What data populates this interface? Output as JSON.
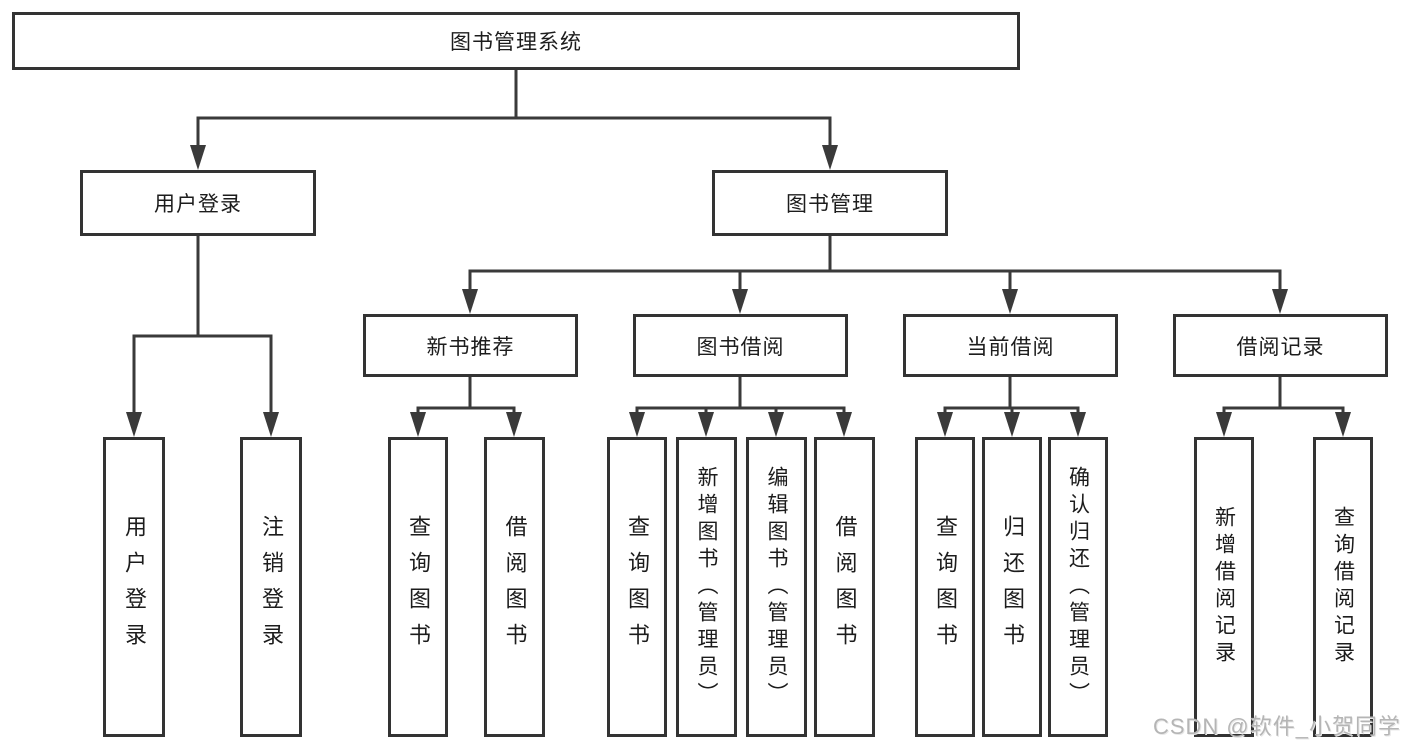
{
  "diagram": {
    "root": "图书管理系统",
    "branches": {
      "user_login": "用户登录",
      "book_mgmt": "图书管理"
    },
    "sections": {
      "new_books": "新书推荐",
      "book_borrow": "图书借阅",
      "current_borrow": "当前借阅",
      "borrow_records": "借阅记录"
    },
    "leaves": {
      "user_login": [
        "用户登录",
        "注销登录"
      ],
      "new_books": [
        "查询图书",
        "借阅图书"
      ],
      "book_borrow": [
        "查询图书",
        "新增图书（管理员）",
        "编辑图书（管理员）",
        "借阅图书"
      ],
      "current_borrow": [
        "查询图书",
        "归还图书",
        "确认归还（管理员）"
      ],
      "borrow_records": [
        "新增借阅记录",
        "查询借阅记录"
      ]
    }
  },
  "watermark": "CSDN @软件_小贺同学",
  "colors": {
    "line": "#3a3a3a",
    "border": "#333333",
    "text": "#1c1c1c",
    "watermark": "#b5b5b5",
    "background": "#ffffff"
  }
}
